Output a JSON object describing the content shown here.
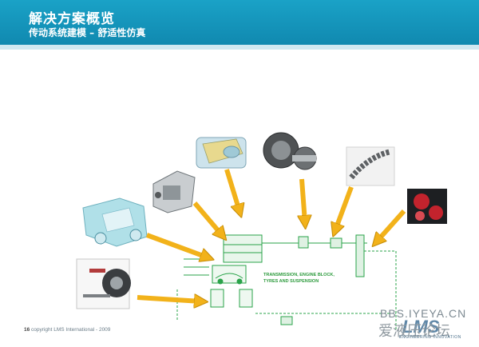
{
  "slide": {
    "title": "解决方案概览",
    "subtitle": "传动系统建模 – 舒适性仿真",
    "diagram_caption_line1": "TRANSMISSION, ENGINE BLOCK,",
    "diagram_caption_line2": "TYRES AND SUSPENSION",
    "page_number": "16",
    "copyright": "copyright LMS International - 2009"
  },
  "watermark": {
    "site": "BBS.IYEYA.CN",
    "forum": "爱液压论坛",
    "logo_text": "LMS",
    "logo_tagline": "ENGINEERING INNOVATION"
  },
  "colors": {
    "header": "#1398bf",
    "arrow": "#f2b21a",
    "arrow_edge": "#c88e08",
    "schematic_green": "#2aa34a",
    "caption_green": "#2c9a3c"
  }
}
